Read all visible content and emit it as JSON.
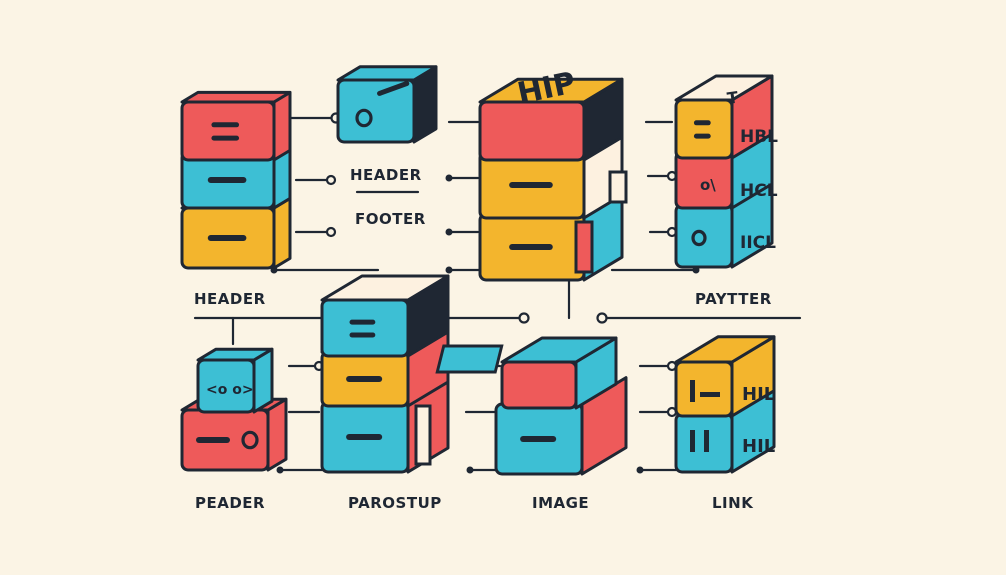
{
  "colors": {
    "background": "#fbf4e5",
    "ink": "#1f2733",
    "red": "#ee5a5a",
    "cyan": "#3dbfd4",
    "yellow": "#f3b52d",
    "cream": "#fdf1e0"
  },
  "labels": {
    "header_center": "HEADER",
    "footer_center": "FOOTER",
    "header_left": "HEADER",
    "paytter": "PAYTTER",
    "peader": "PEADER",
    "parostup": "PAROSTUP",
    "image": "IMAGE",
    "link": "LINK"
  },
  "block_text": {
    "big_top": "HIP",
    "right_top": "HBL",
    "right_mid": "HCL",
    "right_bottom": "IICL",
    "right_mark": "T",
    "link_top": "HIL",
    "link_bottom": "HIL",
    "cube_symbol": "<o o>",
    "circle": "O",
    "dots": "o\\"
  },
  "icons": [
    "stacked-block-icon",
    "connector-line-icon",
    "connector-dot-icon"
  ]
}
